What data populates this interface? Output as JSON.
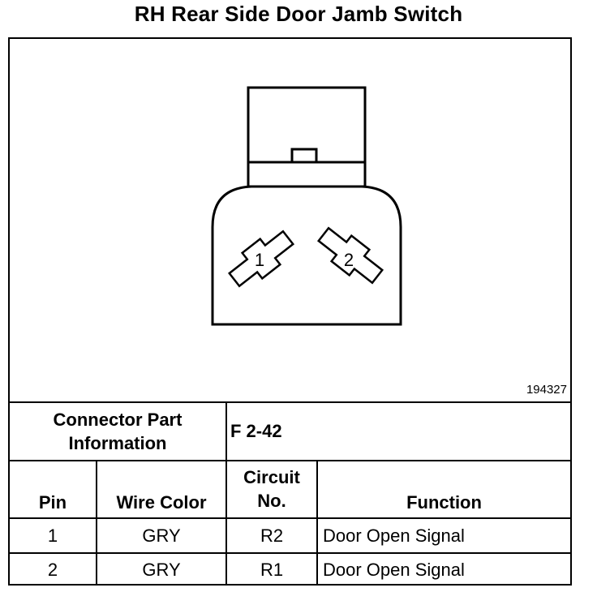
{
  "title": "RH Rear Side Door Jamb Switch",
  "figure_id": "194327",
  "connector": {
    "pin_labels": [
      "1",
      "2"
    ]
  },
  "info_row": {
    "label_line1": "Connector Part",
    "label_line2": "Information",
    "value": "F 2-42"
  },
  "table": {
    "headers": {
      "pin": "Pin",
      "wire_color": "Wire Color",
      "circuit_line1": "Circuit",
      "circuit_line2": "No.",
      "function": "Function"
    },
    "rows": [
      {
        "pin": "1",
        "wire_color": "GRY",
        "circuit": "R2",
        "function": "Door Open Signal"
      },
      {
        "pin": "2",
        "wire_color": "GRY",
        "circuit": "R1",
        "function": "Door Open Signal"
      }
    ]
  }
}
